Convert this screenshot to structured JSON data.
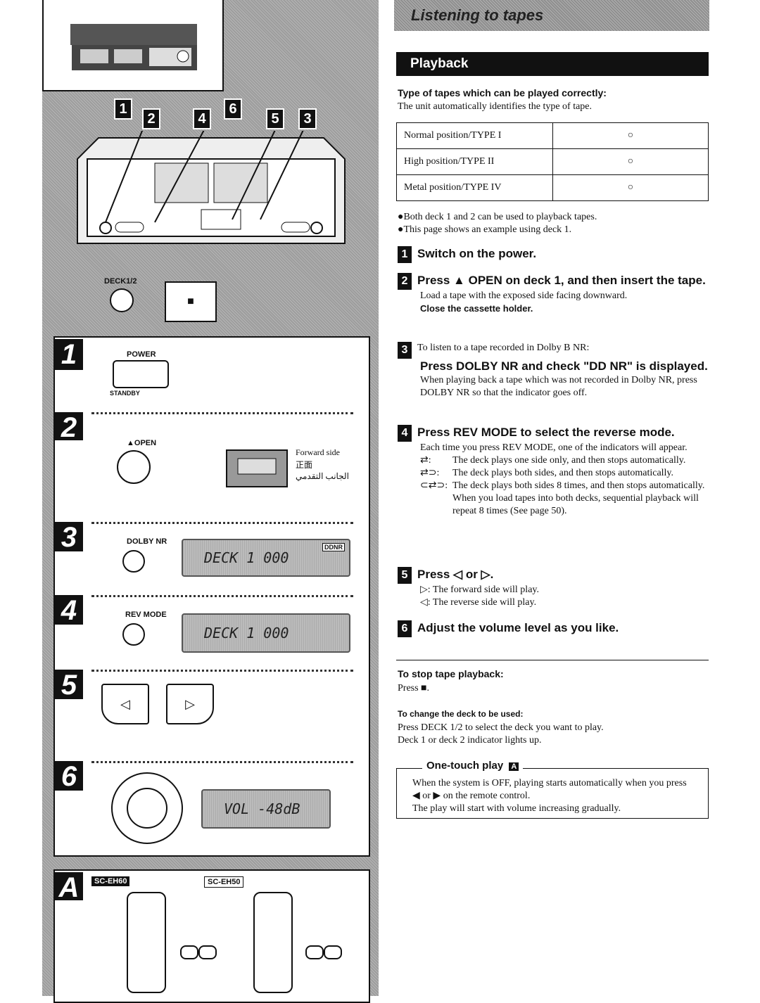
{
  "header": {
    "title": "Listening to tapes"
  },
  "section": {
    "title": "Playback"
  },
  "tape_types": {
    "heading": "Type of tapes which can be played correctly:",
    "intro": "The unit automatically identifies the type of tape.",
    "rows": [
      {
        "label": "Normal position/TYPE I",
        "mark": "○"
      },
      {
        "label": "High position/TYPE II",
        "mark": "○"
      },
      {
        "label": "Metal position/TYPE IV",
        "mark": "○"
      }
    ]
  },
  "bullets": [
    "●Both deck 1 and 2 can be used to playback tapes.",
    "●This page shows an example using deck 1."
  ],
  "steps": [
    {
      "num": "1",
      "head": "Switch on the power."
    },
    {
      "num": "2",
      "head": "Press ▲ OPEN on deck 1, and then insert the tape.",
      "body": "Load a tape with the exposed side facing downward.",
      "note": "Close the cassette holder."
    },
    {
      "num": "3",
      "pre": "To listen to a tape recorded in Dolby B NR:",
      "head": "Press DOLBY NR and check \"DD NR\" is displayed.",
      "body": "When playing back a tape which was not recorded in Dolby NR, press DOLBY NR so that the indicator goes off."
    },
    {
      "num": "4",
      "head": "Press REV MODE to select the reverse mode.",
      "body": "Each time you press REV MODE, one of the indicators will appear.",
      "modes": [
        {
          "sym": "⇄:",
          "text": "The deck plays one side only, and then stops automatically."
        },
        {
          "sym": "⇄⊃:",
          "text": "The deck plays both sides, and then stops automatically."
        },
        {
          "sym": "⊂⇄⊃:",
          "text": "The deck plays both sides 8 times, and then stops automatically."
        }
      ],
      "extra": "When you load tapes into both decks, sequential playback will repeat 8 times (See page 50)."
    },
    {
      "num": "5",
      "head": "Press ◁ or ▷.",
      "lines": [
        "▷: The forward side will play.",
        "◁: The reverse side will play."
      ]
    },
    {
      "num": "6",
      "head": "Adjust the volume level as you like."
    }
  ],
  "stop": {
    "heading": "To stop tape playback:",
    "body": "Press ■."
  },
  "change_deck": {
    "heading": "To change the deck to be used:",
    "lines": [
      "Press DECK 1/2 to select the deck you want to play.",
      "Deck 1 or deck 2 indicator lights up."
    ]
  },
  "one_touch": {
    "title": "One-touch play",
    "badge": "A",
    "lines": [
      "When the system is OFF, playing starts automatically when you press ◀ or ▶ on the remote control.",
      "The play will start with volume increasing gradually."
    ]
  },
  "illustration": {
    "callouts": [
      "1",
      "2",
      "4",
      "6",
      "5",
      "3"
    ],
    "step_numbers": [
      "1",
      "2",
      "3",
      "4",
      "5",
      "6",
      "A"
    ],
    "power_label": "POWER",
    "standby_label": "STANDBY",
    "open_label": "▲OPEN",
    "forward_side": "Forward side",
    "forward_side_cn": "正面",
    "forward_side_ar": "الجانب التقدمي",
    "dolby_label": "DOLBY NR",
    "rev_label": "REV MODE",
    "lcd3": "DECK 1 000",
    "lcd4": "DECK 1 000",
    "lcd6": "VOL -48dB",
    "lcd_badge": "DDNR",
    "deck_label": "DECK1/2",
    "stop_symbol": "■",
    "remote1": "SC-EH60",
    "remote2": "SC-EH50"
  }
}
